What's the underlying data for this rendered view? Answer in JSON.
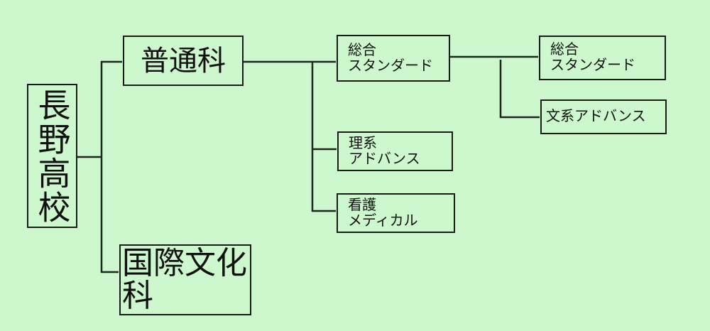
{
  "diagram": {
    "root": {
      "label": "長野高校"
    },
    "departments": [
      {
        "label": "普通科"
      },
      {
        "line1": "国際文化",
        "line2": "科"
      }
    ],
    "courses": [
      {
        "line1": "総合",
        "line2": "スタンダード"
      },
      {
        "line1": "理系",
        "line2": "アドバンス"
      },
      {
        "line1": "看護",
        "line2": "メディカル"
      }
    ],
    "sub_courses": [
      {
        "line1": "総合",
        "line2": "スタンダード"
      },
      {
        "label": "文系アドバンス"
      }
    ]
  },
  "colors": {
    "background": "#cdf7cd",
    "line": "#1a1a1a"
  }
}
